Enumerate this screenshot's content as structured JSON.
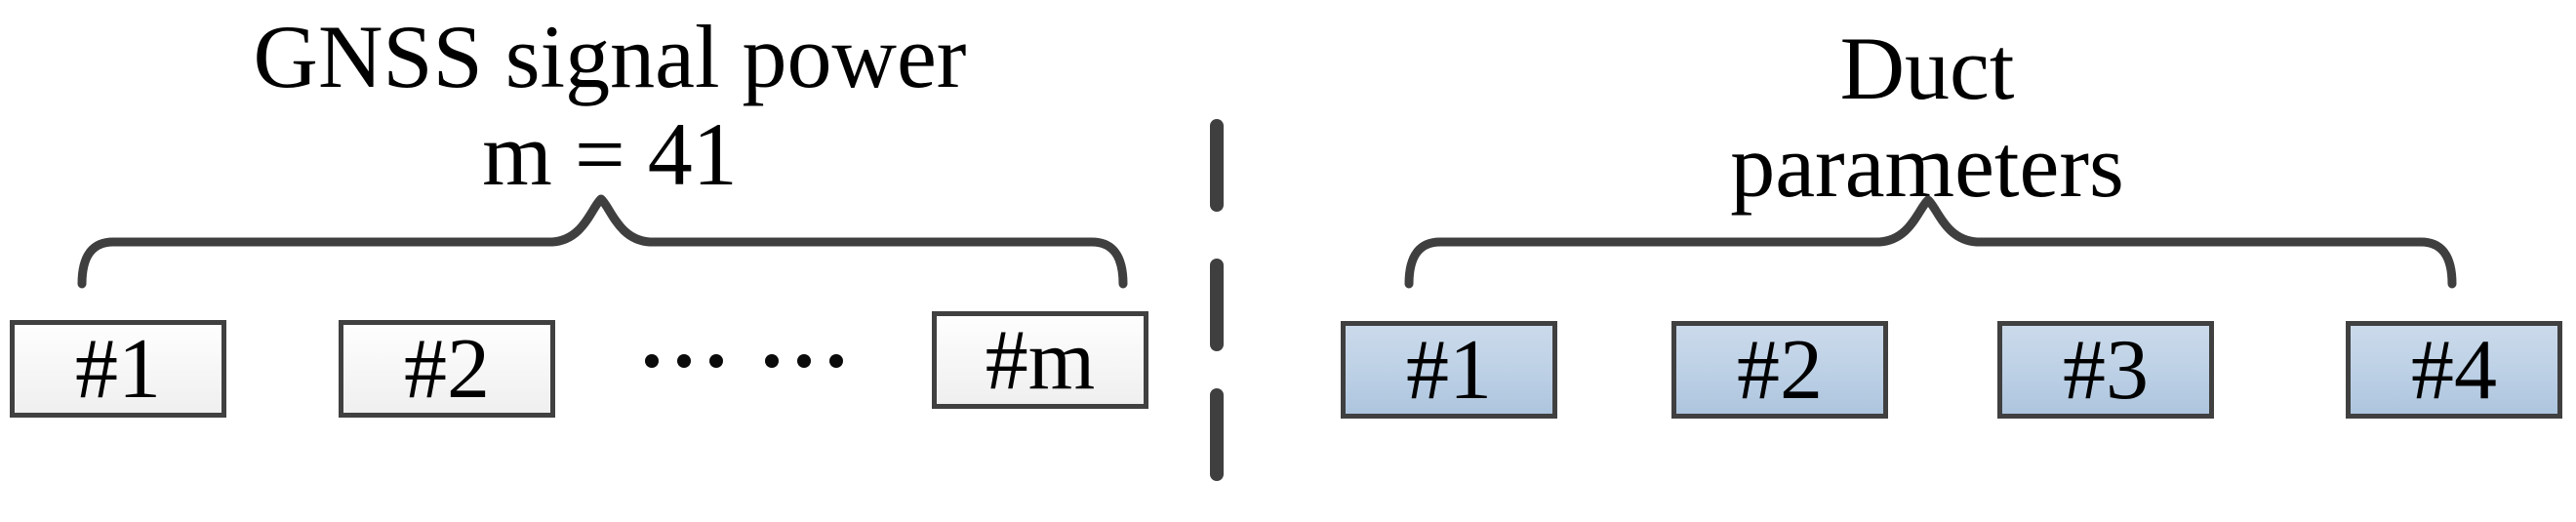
{
  "figure": {
    "left_group": {
      "title_line1": "GNSS signal power",
      "title_line2": "m = 41",
      "boxes": [
        "#1",
        "#2",
        "#m"
      ],
      "ellipsis_dot_count": 6
    },
    "right_group": {
      "title_line1": "Duct",
      "title_line2": "parameters",
      "boxes": [
        "#1",
        "#2",
        "#3",
        "#4"
      ]
    },
    "divider": {
      "type": "dashed-vertical-line"
    },
    "colors": {
      "outline_gray": "#3f3f3f",
      "box_border": "#404040",
      "left_box_fill_top": "#fefefe",
      "left_box_fill_bottom": "#efefef",
      "right_box_fill_top": "#cbdaeb",
      "right_box_fill_bottom": "#adc5de",
      "text": "#000000",
      "background": "#ffffff"
    }
  }
}
